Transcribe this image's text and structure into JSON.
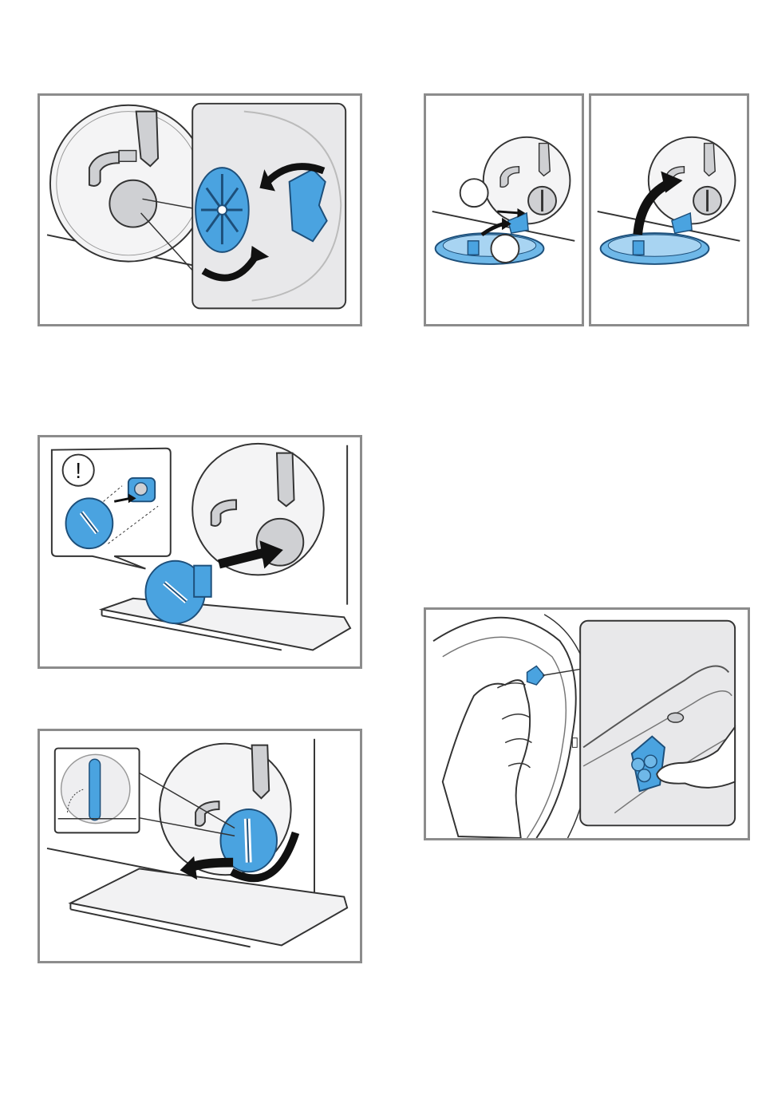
{
  "page": {
    "background": "#ffffff"
  },
  "colors": {
    "frame": "#8c8c8c",
    "blue": "#4aa3e0",
    "blue_dark": "#2b6ea8",
    "grey_fill": "#cfd0d3",
    "light_grey": "#eeeef0",
    "outline": "#3a3a3a",
    "arrow": "#111111"
  },
  "figures": [
    {
      "id": "fig1",
      "icon": "pump-cap-turn-anticlockwise-illustration"
    },
    {
      "id": "fig2a",
      "icon": "drain-hose-cap-open-illustration",
      "callouts": [
        "",
        ""
      ]
    },
    {
      "id": "fig2b",
      "icon": "drain-hose-swing-out-illustration"
    },
    {
      "id": "fig3",
      "icon": "pump-cap-insert-illustration",
      "warning_symbol": "!"
    },
    {
      "id": "fig4",
      "icon": "door-seal-clip-removal-illustration"
    },
    {
      "id": "fig5",
      "icon": "pump-cap-screw-clockwise-illustration"
    }
  ]
}
